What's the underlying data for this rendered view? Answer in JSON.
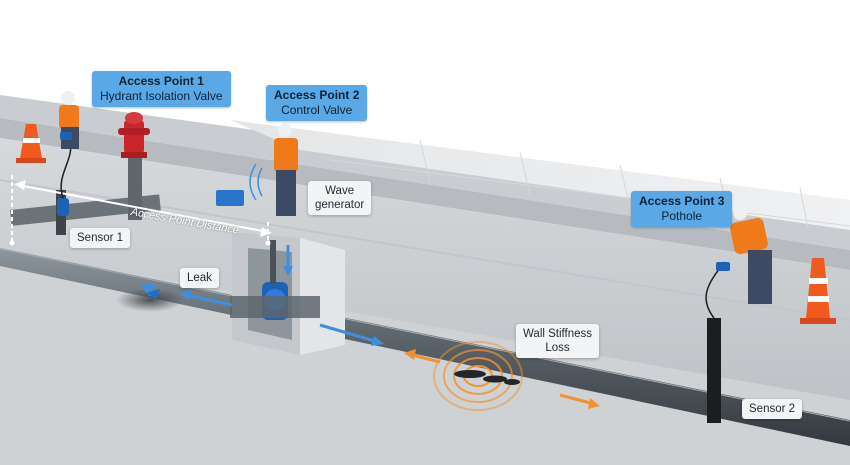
{
  "access_points": [
    {
      "title": "Access Point 1",
      "subtitle": "Hydrant Isolation Valve"
    },
    {
      "title": "Access Point 2",
      "subtitle": "Control Valve"
    },
    {
      "title": "Access Point 3",
      "subtitle": "Pothole"
    }
  ],
  "labels": {
    "wave_generator_line1": "Wave",
    "wave_generator_line2": "generator",
    "sensor_1": "Sensor 1",
    "sensor_2": "Sensor 2",
    "leak": "Leak",
    "wall_stiffness_line1": "Wall Stiffness",
    "wall_stiffness_line2": "Loss",
    "access_point_distance": "Access Point Distance"
  },
  "colors": {
    "callout_blue": "#5aa9e6",
    "wave_blue": "#3d8fe0",
    "wave_orange": "#f2912e",
    "vest_orange": "#f07a1a",
    "cone_orange": "#f05a1e",
    "hydrant_red": "#c8262a"
  },
  "icons": [
    "traffic-cone-icon",
    "fire-hydrant-icon",
    "worker-icon",
    "sensor-device-icon",
    "valve-icon"
  ]
}
